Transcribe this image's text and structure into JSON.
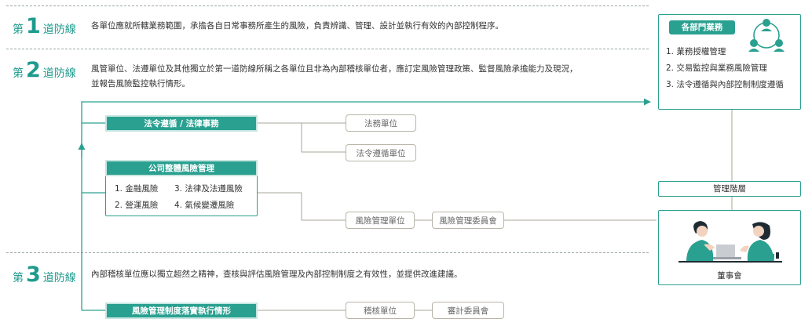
{
  "lines": [
    {
      "prefix": "第",
      "number": "1",
      "suffix": "道防線",
      "description": [
        "各單位應就所轄業務範圍，承擔各自日常事務所產生的風險，負責辨識、管理、設計並執行有效的內部控制程序。"
      ]
    },
    {
      "prefix": "第",
      "number": "2",
      "suffix": "道防線",
      "description": [
        "風管單位、法遵單位及其他獨立於第一道防線所稱之各單位且非為內部稽核單位者，應訂定風險管理政策、監督風險承擔能力及現況，",
        "並報告風險監控執行情形。"
      ]
    },
    {
      "prefix": "第",
      "number": "3",
      "suffix": "道防線",
      "description": [
        "內部稽核單位應以獨立超然之精神，查核與評估風險管理及內部控制制度之有效性，並提供改進建議。"
      ]
    }
  ],
  "compliance": {
    "header": "法令遵循 / 法律事務",
    "units": [
      "法務單位",
      "法令遵循單位"
    ]
  },
  "enterprise_risk": {
    "header": "公司整體風險管理",
    "items": [
      "1. 金融風險",
      "3. 法律及法遵風險",
      "2. 營運風險",
      "4. 氣候變遷風險"
    ],
    "units": [
      "風險管理單位",
      "風險管理委員會"
    ]
  },
  "audit": {
    "header": "風險管理制度落實執行情形",
    "units": [
      "稽核單位",
      "審計委員會"
    ]
  },
  "departments": {
    "header": "各部門業務",
    "items": [
      "1. 業務授權管理",
      "2. 交易監控與業務風險管理",
      "3. 法令遵循與內部控制制度遵循"
    ]
  },
  "management": {
    "label": "管理階層"
  },
  "board": {
    "label": "董事會"
  },
  "colors": {
    "accent": "#2aa090",
    "text": "#333333",
    "pill_border": "#b9b5a8",
    "line": "#a9a59a"
  }
}
